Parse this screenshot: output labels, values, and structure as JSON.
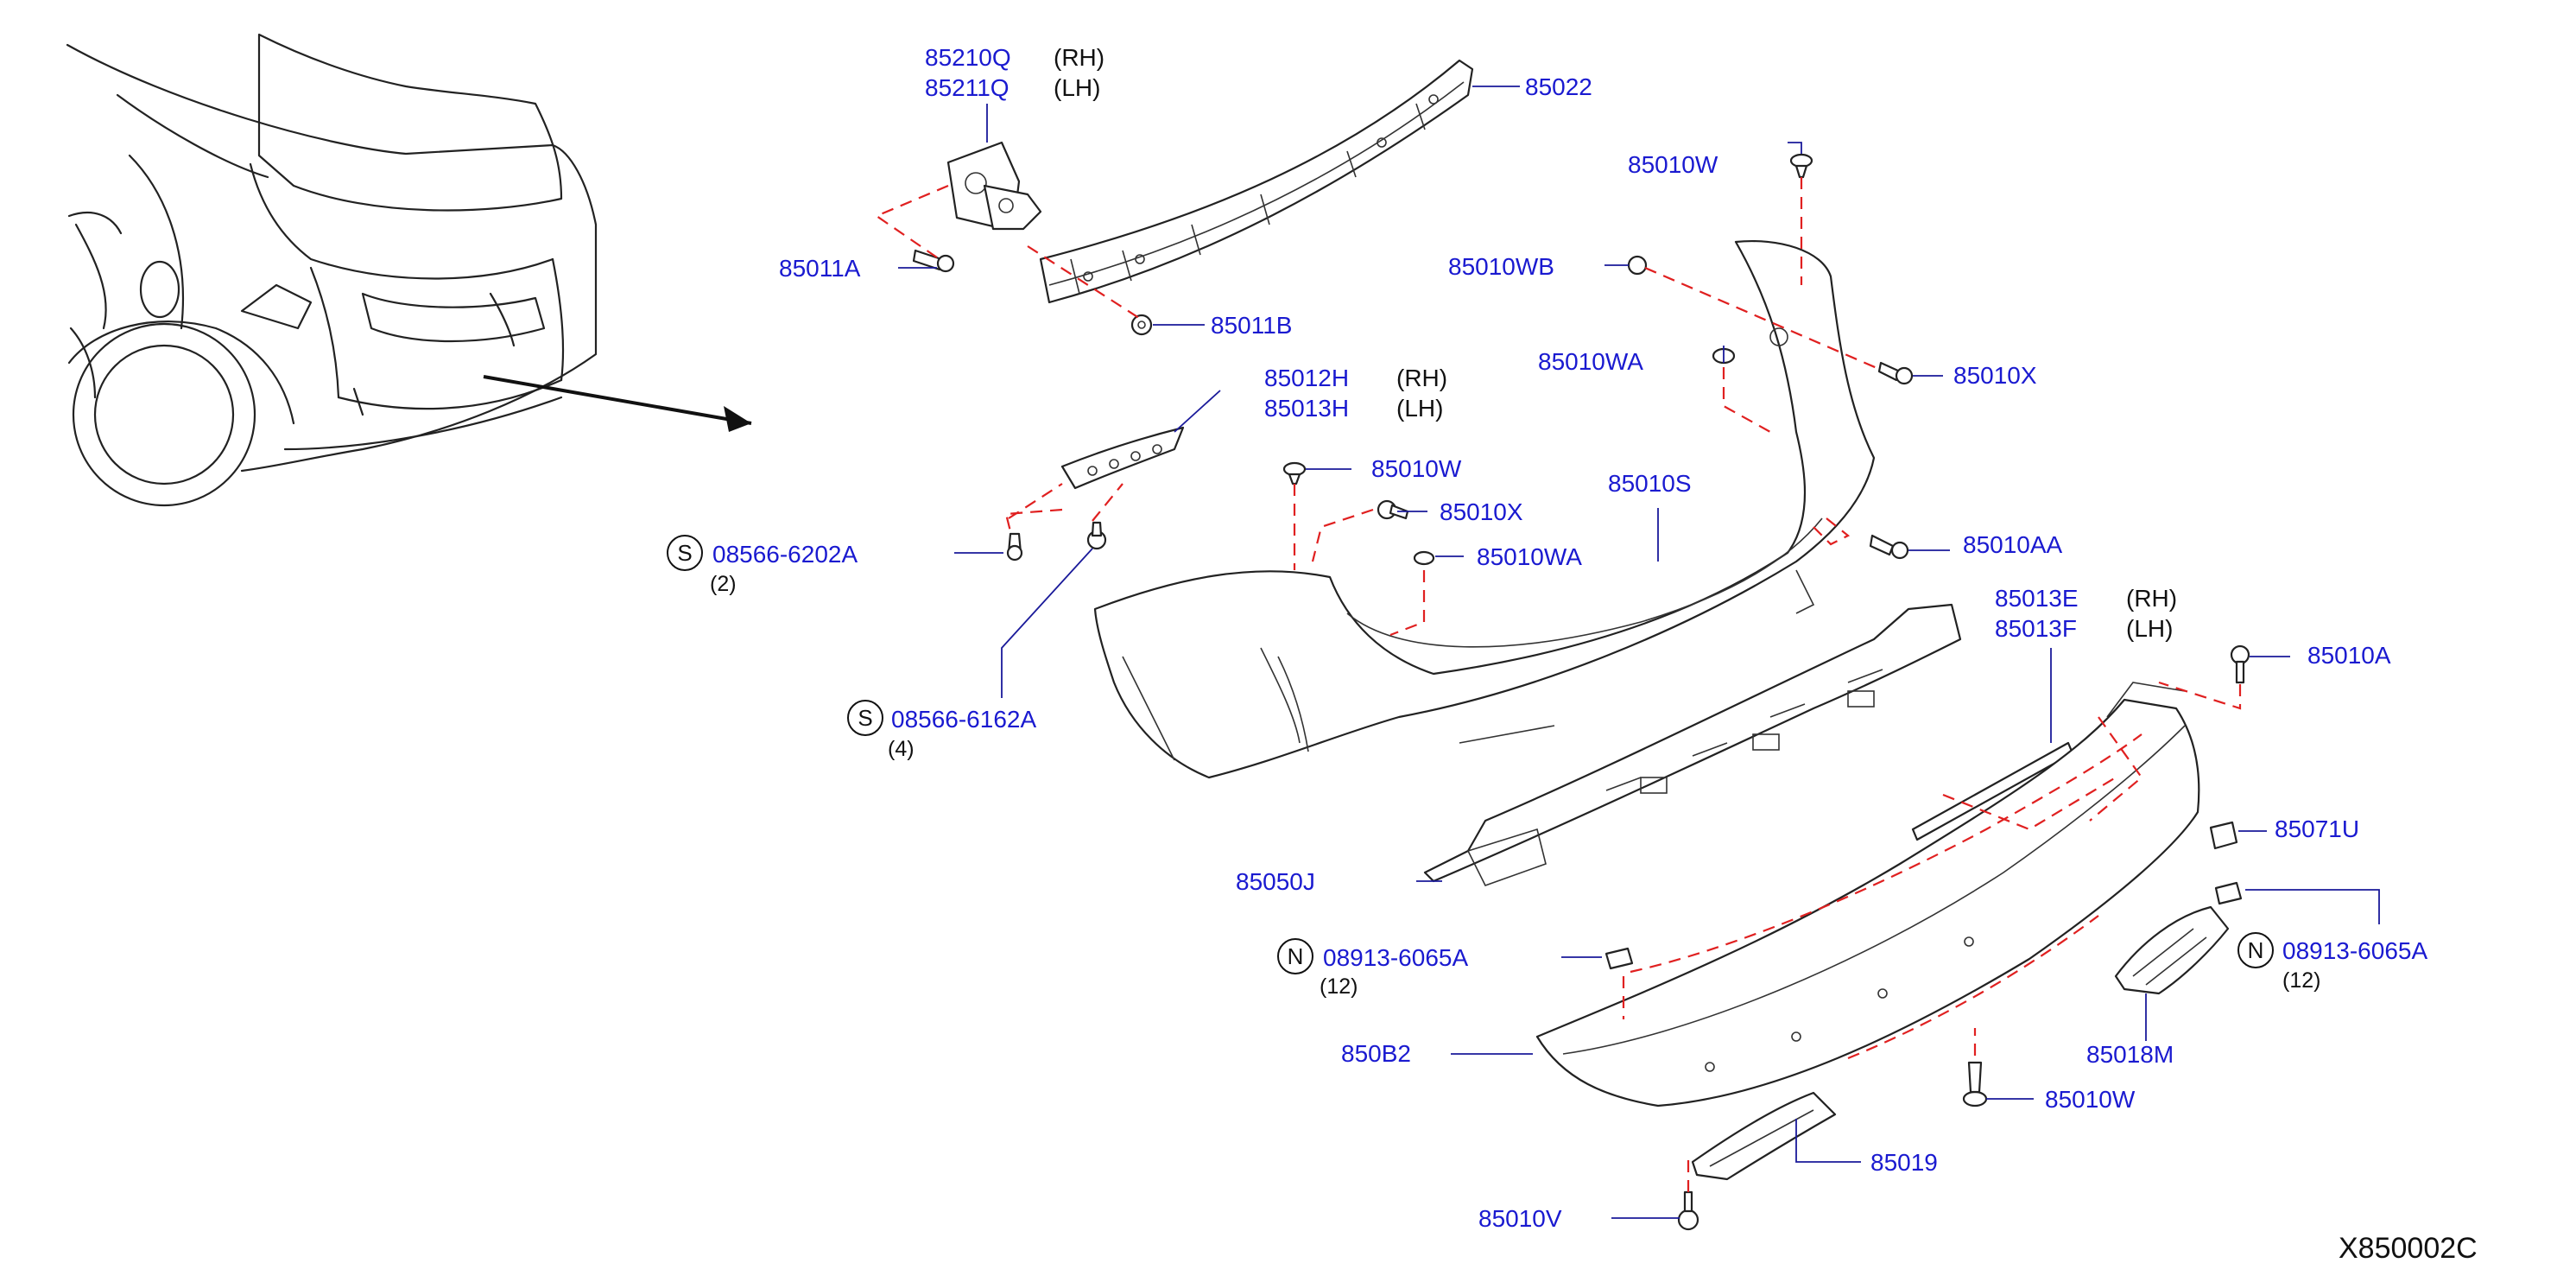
{
  "labels": {
    "p85210Q": "85210Q",
    "p85210Q_side": "(RH)",
    "p85211Q": "85211Q",
    "p85211Q_side": "(LH)",
    "p85022": "85022",
    "p85011A": "85011A",
    "p85011B": "85011B",
    "p85010W_top": "85010W",
    "p85010WB": "85010WB",
    "p85010WA_top": "85010WA",
    "p85010X_right": "85010X",
    "p85012H": "85012H",
    "p85012H_side": "(RH)",
    "p85013H": "85013H",
    "p85013H_side": "(LH)",
    "p85010W_mid": "85010W",
    "p85010X_mid": "85010X",
    "p85010S": "85010S",
    "p85010WA_mid": "85010WA",
    "p85010AA": "85010AA",
    "s08566_6202A": "08566-6202A",
    "s08566_6202A_qty": "(2)",
    "s08566_6162A": "08566-6162A",
    "s08566_6162A_qty": "(4)",
    "p85013E": "85013E",
    "p85013E_side": "(RH)",
    "p85013F": "85013F",
    "p85013F_side": "(LH)",
    "p85010A": "85010A",
    "p85071U": "85071U",
    "p85050J": "85050J",
    "n08913_left": "08913-6065A",
    "n08913_left_qty": "(12)",
    "n08913_right": "08913-6065A",
    "n08913_right_qty": "(12)",
    "p850B2": "850B2",
    "p85018M": "85018M",
    "p85010W_bot": "85010W",
    "p85019": "85019",
    "p85010V": "85010V",
    "symbol_s": "S",
    "symbol_n": "N",
    "diagram_code": "X850002C"
  },
  "colors": {
    "part_number": "#1a1ad0",
    "leader": "#1a1a9a",
    "install_path": "#e02020",
    "linework": "#222222"
  }
}
